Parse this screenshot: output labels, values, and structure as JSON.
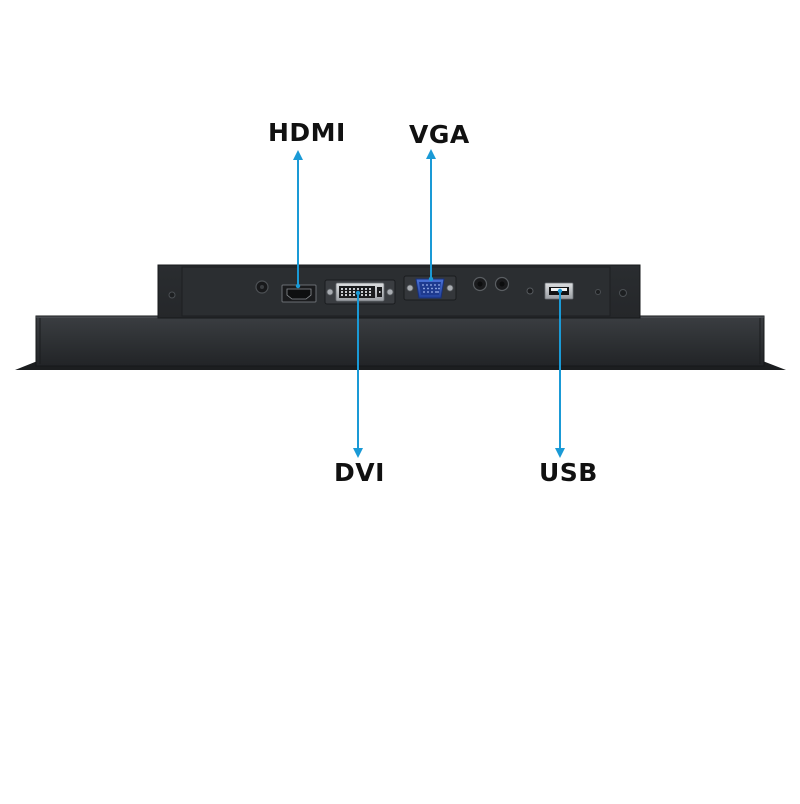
{
  "labels": {
    "hdmi": "HDMI",
    "vga": "VGA",
    "dvi": "DVI",
    "usb": "USB"
  },
  "colors": {
    "background": "#ffffff",
    "panel_body": "#303336",
    "panel_edge": "#1b1d1f",
    "port_metal": "#b9bcc0",
    "vga_connector": "#2c4fb5",
    "callout_arrow": "#1a9ad6",
    "label_text": "#111111"
  },
  "icons": [
    "hdmi-port-icon",
    "dvi-port-icon",
    "vga-port-icon",
    "usb-port-icon",
    "audio-jack-icon",
    "power-jack-icon",
    "screw-icon"
  ]
}
